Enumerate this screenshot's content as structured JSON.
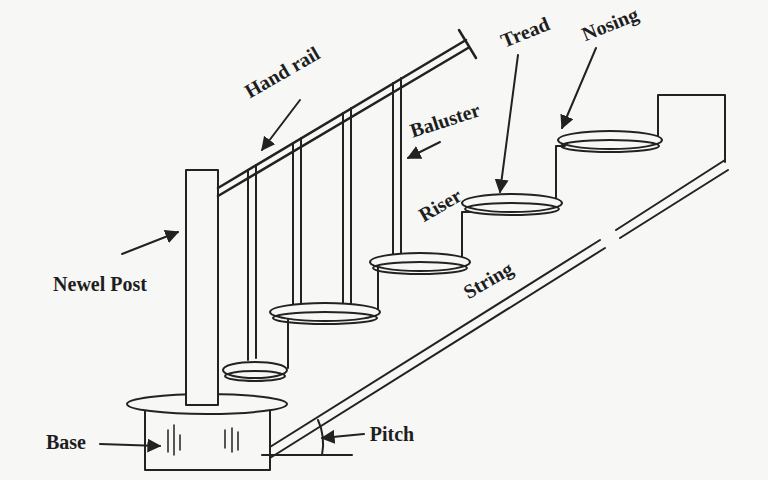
{
  "diagram": {
    "labels": [
      "Hand rail",
      "Tread",
      "Nosing",
      "Baluster",
      "Riser",
      "Newel Post",
      "String",
      "Base",
      "Pitch"
    ]
  }
}
